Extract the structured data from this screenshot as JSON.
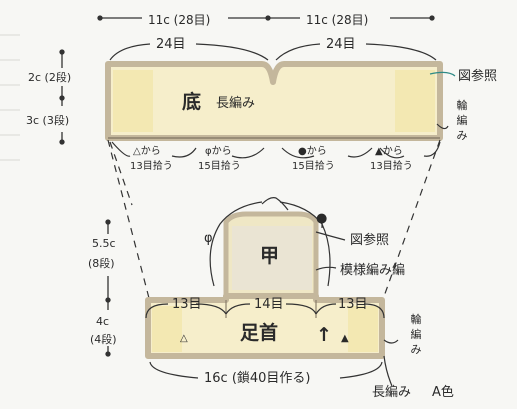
{
  "top_dims": {
    "left": "11c (28目)",
    "right": "11c (28目)"
  },
  "sole": {
    "stitches_left": "24目",
    "stitches_right": "24目",
    "title": "底",
    "stitch": "長編み",
    "ref": "図参照",
    "round": [
      "輪",
      "編",
      "み"
    ]
  },
  "side_dims": {
    "upper_a": "2c (2段)",
    "upper_b": "3c (3段)",
    "mid_a": "5.5c",
    "mid_b": "(8段)",
    "low_a": "4c",
    "low_b": "(4段)"
  },
  "pickups": [
    {
      "sym": "△から",
      "count": "13目拾う"
    },
    {
      "sym": "φから",
      "count": "15目拾う"
    },
    {
      "sym": "●から",
      "count": "15目拾う"
    },
    {
      "sym": "▲から",
      "count": "13目拾う"
    }
  ],
  "instep": {
    "title": "甲",
    "ref": "図参照",
    "stitch": "模様編み編",
    "sym_phi": "φ",
    "sym_dot": "●"
  },
  "ankle": {
    "title": "足首",
    "count_left": "13目",
    "count_mid": "14目",
    "count_right": "13目",
    "mark_left": "△",
    "mark_right": "▲",
    "arrow": "↑",
    "round": [
      "輪",
      "編",
      "み"
    ],
    "bottom_dim": "16c (鎖40目作る)",
    "stitch": "長編み",
    "color": "A色"
  },
  "colors": {
    "fill": "#f5ecc6",
    "outline": "#c4b79c",
    "line": "#2f2f2f",
    "teal": "#2e8a86"
  }
}
